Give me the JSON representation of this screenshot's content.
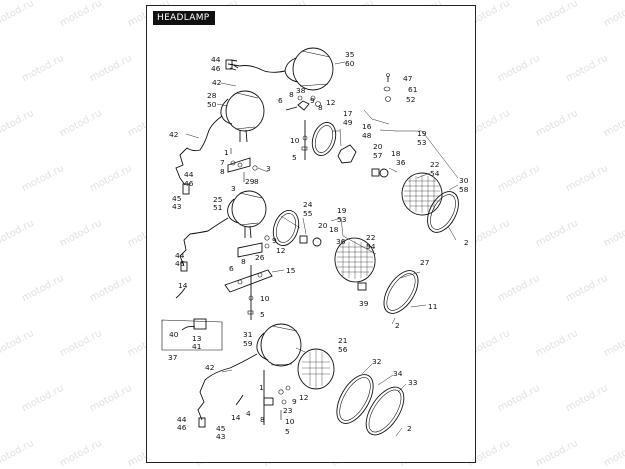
{
  "title": "HEADLAMP",
  "watermark": "motod.ru",
  "callouts": [
    {
      "id": "c1",
      "text": "35"
    },
    {
      "id": "c2",
      "text": "60"
    },
    {
      "id": "c3",
      "text": "44"
    },
    {
      "id": "c4",
      "text": "46"
    },
    {
      "id": "c5",
      "text": "42"
    },
    {
      "id": "c6",
      "text": "47"
    },
    {
      "id": "c7",
      "text": "61"
    },
    {
      "id": "c8",
      "text": "52"
    },
    {
      "id": "c9",
      "text": "28"
    },
    {
      "id": "c10",
      "text": "50"
    },
    {
      "id": "c11",
      "text": "6"
    },
    {
      "id": "c12",
      "text": "8"
    },
    {
      "id": "c13",
      "text": "38"
    },
    {
      "id": "c14",
      "text": "9"
    },
    {
      "id": "c15",
      "text": "8"
    },
    {
      "id": "c16",
      "text": "12"
    },
    {
      "id": "c17",
      "text": "17"
    },
    {
      "id": "c18",
      "text": "49"
    },
    {
      "id": "c19",
      "text": "16"
    },
    {
      "id": "c20",
      "text": "48"
    },
    {
      "id": "c21",
      "text": "19"
    },
    {
      "id": "c22",
      "text": "53"
    },
    {
      "id": "c23",
      "text": "42"
    },
    {
      "id": "c24",
      "text": "10"
    },
    {
      "id": "c25",
      "text": "1"
    },
    {
      "id": "c26",
      "text": "5"
    },
    {
      "id": "c27",
      "text": "20"
    },
    {
      "id": "c28",
      "text": "57"
    },
    {
      "id": "c29",
      "text": "18"
    },
    {
      "id": "c30",
      "text": "36"
    },
    {
      "id": "c31",
      "text": "22"
    },
    {
      "id": "c32",
      "text": "54"
    },
    {
      "id": "c33",
      "text": "7"
    },
    {
      "id": "c34",
      "text": "8"
    },
    {
      "id": "c35",
      "text": "3"
    },
    {
      "id": "c36",
      "text": "44"
    },
    {
      "id": "c37",
      "text": "46"
    },
    {
      "id": "c38",
      "text": "29"
    },
    {
      "id": "c39",
      "text": "8"
    },
    {
      "id": "c40",
      "text": "30"
    },
    {
      "id": "c41",
      "text": "58"
    },
    {
      "id": "c42",
      "text": "3"
    },
    {
      "id": "c43",
      "text": "45"
    },
    {
      "id": "c44",
      "text": "43"
    },
    {
      "id": "c45",
      "text": "25"
    },
    {
      "id": "c46",
      "text": "51"
    },
    {
      "id": "c47",
      "text": "24"
    },
    {
      "id": "c48",
      "text": "55"
    },
    {
      "id": "c49",
      "text": "19"
    },
    {
      "id": "c50",
      "text": "53"
    },
    {
      "id": "c51",
      "text": "2"
    },
    {
      "id": "c52",
      "text": "20"
    },
    {
      "id": "c53",
      "text": "18"
    },
    {
      "id": "c54",
      "text": "36"
    },
    {
      "id": "c55",
      "text": "22"
    },
    {
      "id": "c56",
      "text": "54"
    },
    {
      "id": "c57",
      "text": "9"
    },
    {
      "id": "c58",
      "text": "12"
    },
    {
      "id": "c59",
      "text": "44"
    },
    {
      "id": "c60",
      "text": "46"
    },
    {
      "id": "c61",
      "text": "26"
    },
    {
      "id": "c62",
      "text": "6"
    },
    {
      "id": "c63",
      "text": "8"
    },
    {
      "id": "c64",
      "text": "15"
    },
    {
      "id": "c65",
      "text": "27"
    },
    {
      "id": "c66",
      "text": "11"
    },
    {
      "id": "c67",
      "text": "39"
    },
    {
      "id": "c68",
      "text": "14"
    },
    {
      "id": "c69",
      "text": "10"
    },
    {
      "id": "c70",
      "text": "2"
    },
    {
      "id": "c71",
      "text": "5"
    },
    {
      "id": "c72",
      "text": "40"
    },
    {
      "id": "c73",
      "text": "13"
    },
    {
      "id": "c74",
      "text": "41"
    },
    {
      "id": "c75",
      "text": "37"
    },
    {
      "id": "c76",
      "text": "31"
    },
    {
      "id": "c77",
      "text": "59"
    },
    {
      "id": "c78",
      "text": "21"
    },
    {
      "id": "c79",
      "text": "56"
    },
    {
      "id": "c80",
      "text": "42"
    },
    {
      "id": "c81",
      "text": "32"
    },
    {
      "id": "c82",
      "text": "34"
    },
    {
      "id": "c83",
      "text": "33"
    },
    {
      "id": "c84",
      "text": "1"
    },
    {
      "id": "c85",
      "text": "23"
    },
    {
      "id": "c86",
      "text": "9"
    },
    {
      "id": "c87",
      "text": "12"
    },
    {
      "id": "c88",
      "text": "14"
    },
    {
      "id": "c89",
      "text": "4"
    },
    {
      "id": "c90",
      "text": "8"
    },
    {
      "id": "c91",
      "text": "10"
    },
    {
      "id": "c92",
      "text": "5"
    },
    {
      "id": "c93",
      "text": "44"
    },
    {
      "id": "c94",
      "text": "46"
    },
    {
      "id": "c95",
      "text": "45"
    },
    {
      "id": "c96",
      "text": "43"
    },
    {
      "id": "c97",
      "text": "2"
    }
  ]
}
